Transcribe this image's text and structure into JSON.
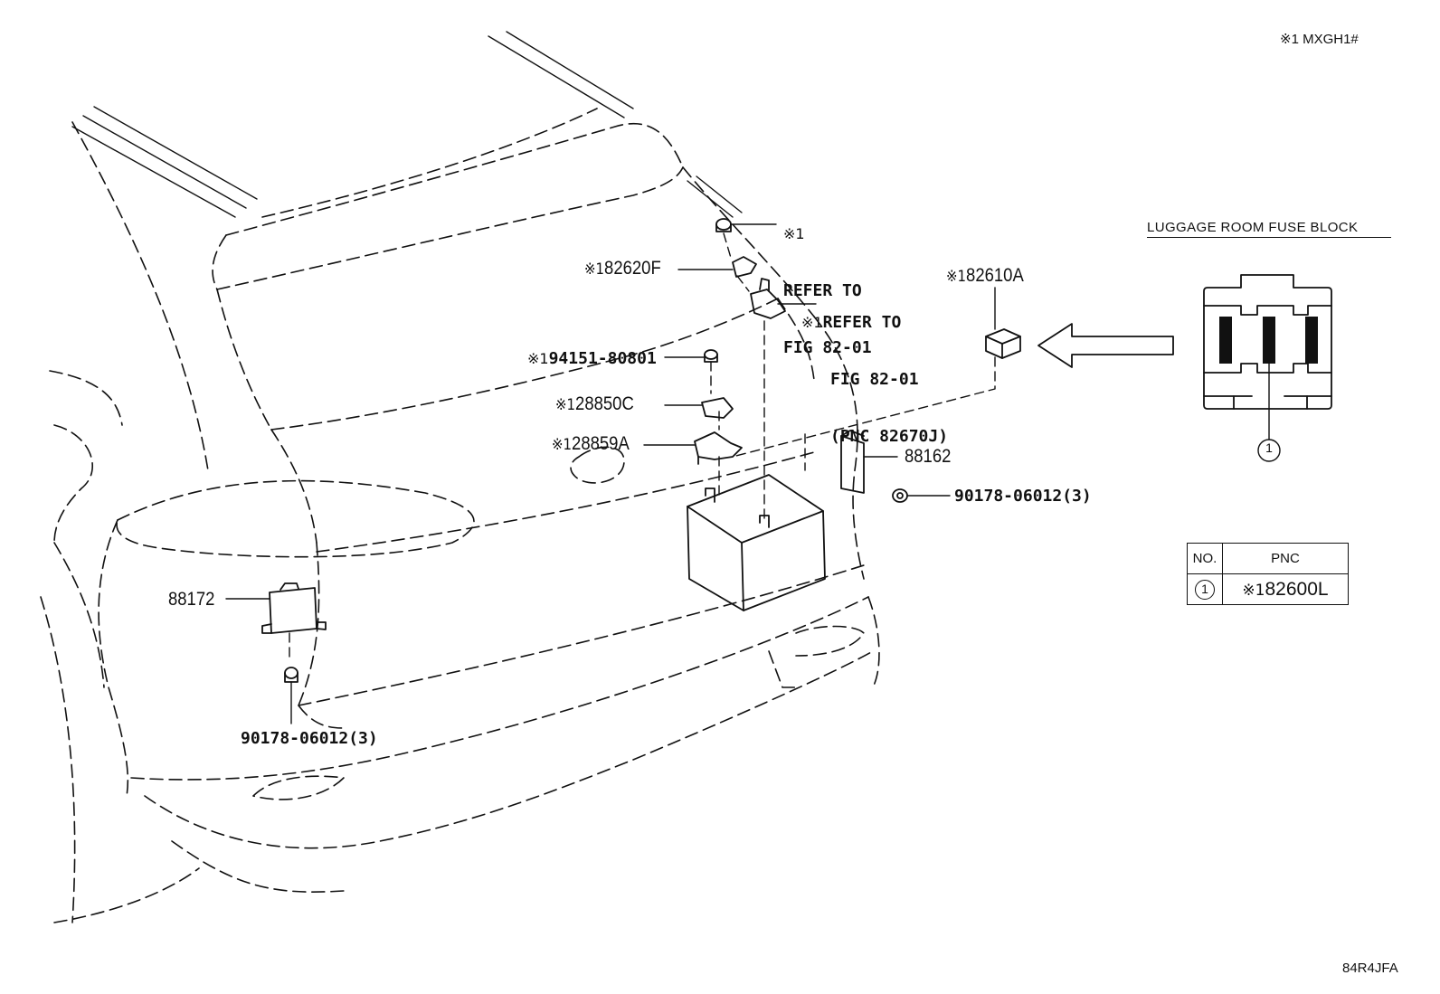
{
  "header": {
    "model_note": "※1 MXGH1#"
  },
  "figure_code": "84R4JFA",
  "fuse_block": {
    "title": "LUGGAGE ROOM FUSE BLOCK",
    "callout_number": "1"
  },
  "pnc_table": {
    "headers": [
      "NO.",
      "PNC"
    ],
    "rows": [
      {
        "no": "1",
        "mark": "※1",
        "pnc": "82600L"
      }
    ]
  },
  "callouts": {
    "refer_top": {
      "mark": "※1",
      "line1": "REFER TO",
      "line2": "FIG 82-01"
    },
    "p82620F": {
      "mark": "※1",
      "code": "82620F"
    },
    "refer_mid": {
      "mark": "※1",
      "line1": "REFER TO",
      "line2": "FIG 82-01",
      "line3": "(PNC 82670J)"
    },
    "p82610A": {
      "mark": "※1",
      "code": "82610A"
    },
    "p94151": {
      "mark": "※1",
      "code": "94151-80801"
    },
    "p28850C": {
      "mark": "※1",
      "code": "28850C"
    },
    "p28859A": {
      "mark": "※1",
      "code": "28859A"
    },
    "p88162": {
      "code": "88162"
    },
    "p90178_right": {
      "code": "90178-06012(3)"
    },
    "p88172": {
      "code": "88172"
    },
    "p90178_left": {
      "code": "90178-06012(3)"
    }
  }
}
